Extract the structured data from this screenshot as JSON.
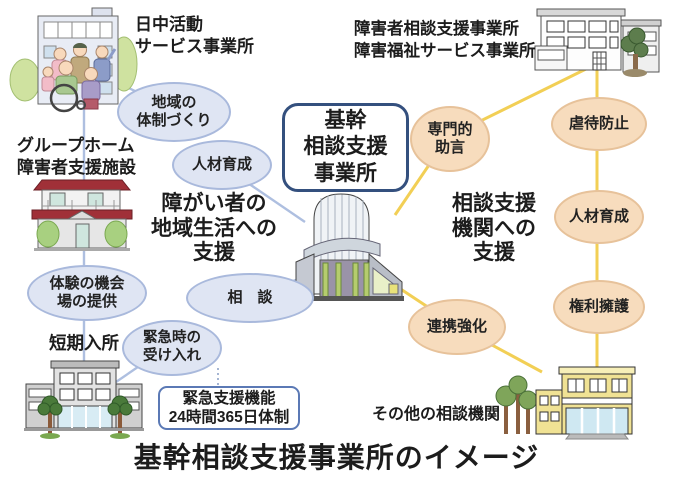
{
  "title": "基幹相談支援事業所のイメージ",
  "center_box": {
    "label": "基幹\n相談支援\n事業所"
  },
  "left_section": {
    "heading": "障がい者の\n地域生活への\n支援",
    "labels": {
      "day_activity": "日中活動\nサービス事業所",
      "group_home": "グループホーム\n障害者支援施設",
      "short_stay": "短期入所"
    },
    "bubbles": [
      {
        "label": "地域の\n体制づくり"
      },
      {
        "label": "人材育成"
      },
      {
        "label": "体験の機会\n場の提供"
      },
      {
        "label": "相　談"
      },
      {
        "label": "緊急時の\n受け入れ"
      }
    ],
    "emergency_box": "緊急支援機能\n24時間365日体制"
  },
  "right_section": {
    "heading": "相談支援\n機関への\n支援",
    "labels": {
      "consult_office": "障害者相談支援事業所\n障害福祉サービス事業所",
      "other_org": "その他の相談機関"
    },
    "bubbles": [
      {
        "label": "専門的\n助言"
      },
      {
        "label": "虐待防止"
      },
      {
        "label": "人材育成"
      },
      {
        "label": "権利擁護"
      },
      {
        "label": "連携強化"
      }
    ]
  },
  "colors": {
    "bubble_blue_fill": "#dfe5f3",
    "bubble_blue_border": "#a9b9dc",
    "bubble_orange_fill": "#f7dcbd",
    "bubble_orange_border": "#e7c29a",
    "line_blue": "#aebfe0",
    "line_yellow": "#f2cf55",
    "center_box_border": "#34507e",
    "emergency_box_border": "#5b79b5"
  }
}
